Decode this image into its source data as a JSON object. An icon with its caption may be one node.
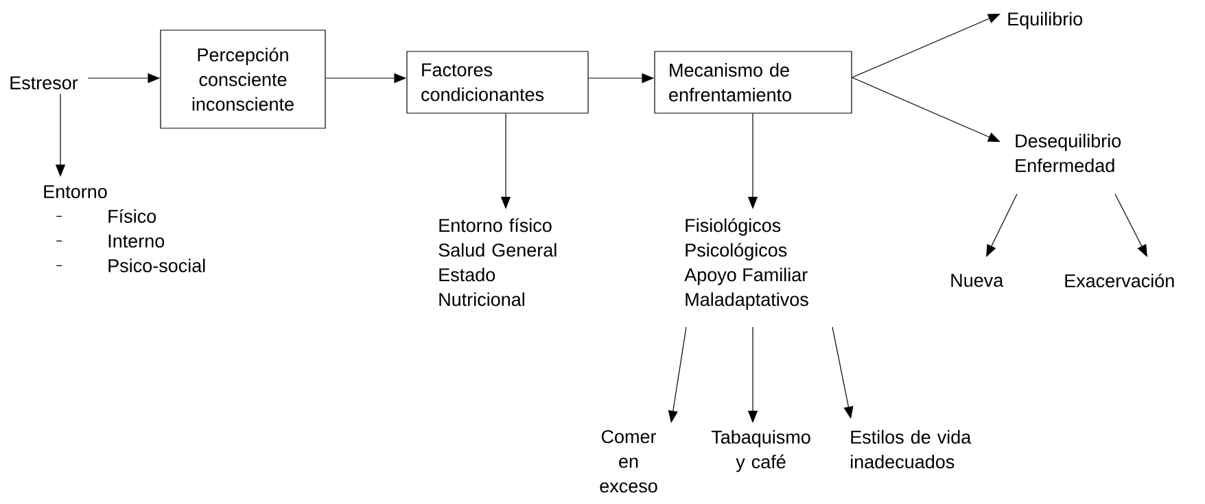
{
  "diagram": {
    "nodes": [
      {
        "text": [
          "Estresor"
        ]
      },
      {
        "text": [
          "Percepción consciente inconsciente"
        ]
      },
      {
        "text": [
          "Factores condicionantes"
        ]
      },
      {
        "text": [
          "Mecanismo de enfrentamiento"
        ]
      },
      {
        "text": [
          "Equilibrio"
        ]
      },
      {
        "text": [
          "Desequilibrio Enfermedad"
        ]
      },
      {
        "text": [
          "Entorno",
          "Físico",
          "Interno",
          "Psico-social"
        ]
      },
      {
        "text": [
          "Entorno físico",
          "Salud General",
          "Estado Nutricional"
        ]
      },
      {
        "text": [
          "Fisiológicos",
          "Psicológicos",
          "Apoyo Familiar",
          "Maladaptativos"
        ]
      },
      {
        "text": [
          "Nueva"
        ]
      },
      {
        "text": [
          "Exacervación"
        ]
      },
      {
        "text": [
          "Comer en exceso"
        ]
      },
      {
        "text": [
          "Tabaquismo y café"
        ]
      },
      {
        "text": [
          "Estilos de vida inadecuados"
        ]
      }
    ],
    "edges": [
      {
        "from": 0,
        "to": 1,
        "arrow": "to"
      },
      {
        "from": 1,
        "to": 2,
        "arrow": "to"
      },
      {
        "from": 2,
        "to": 3,
        "arrow": "to"
      },
      {
        "from": 3,
        "to": 4,
        "arrow": "to"
      },
      {
        "from": 3,
        "to": 5,
        "arrow": "to"
      },
      {
        "from": 0,
        "to": 6,
        "arrow": "to"
      },
      {
        "from": 2,
        "to": 7,
        "arrow": "to"
      },
      {
        "from": 3,
        "to": 8,
        "arrow": "to"
      },
      {
        "from": 5,
        "to": 9,
        "arrow": "to"
      },
      {
        "from": 5,
        "to": 10,
        "arrow": "to"
      },
      {
        "from": 8,
        "to": 11,
        "arrow": "to"
      },
      {
        "from": 8,
        "to": 12,
        "arrow": "to"
      },
      {
        "from": 8,
        "to": 13,
        "arrow": "to"
      }
    ]
  }
}
